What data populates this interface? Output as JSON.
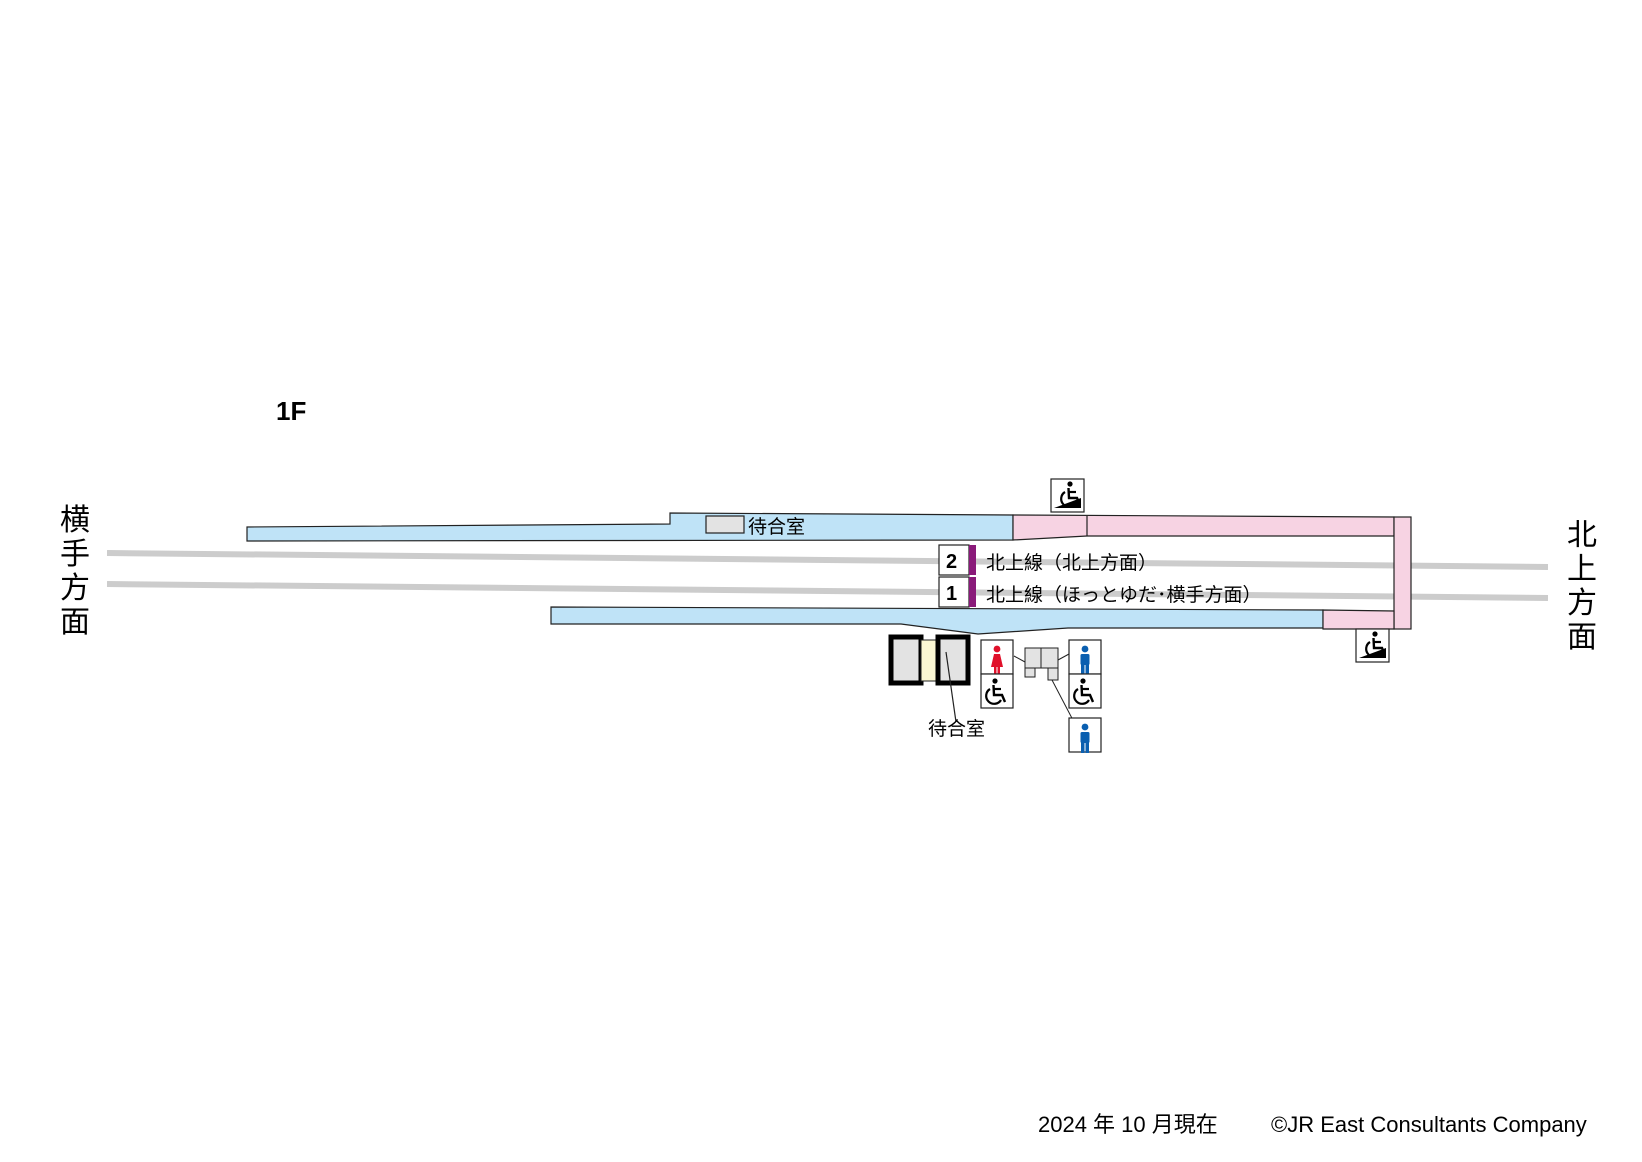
{
  "floor_label": "1F",
  "direction_west": [
    "横",
    "手",
    "方",
    "面"
  ],
  "direction_east": [
    "北",
    "上",
    "方",
    "面"
  ],
  "tracks": [
    {
      "number": "2",
      "label": "北上線（北上方面）"
    },
    {
      "number": "1",
      "label": "北上線（ほっとゆだ･横手方面）"
    }
  ],
  "rooms": {
    "waiting_room_platform": "待合室",
    "waiting_room_building": "待合室"
  },
  "colors": {
    "platform": "#bfe3f7",
    "slope": "#f7d3e3",
    "track": "#cccccc",
    "track_marker": "#8a1a7a",
    "women_icon": "#e0102a",
    "men_icon": "#0a5fb0"
  },
  "icons": [
    "wheelchair-slope-icon",
    "wheelchair-icon",
    "women-toilet-icon",
    "men-toilet-icon"
  ],
  "footer": {
    "date": "2024 年 10 月現在",
    "copyright": "©JR East Consultants Company"
  }
}
